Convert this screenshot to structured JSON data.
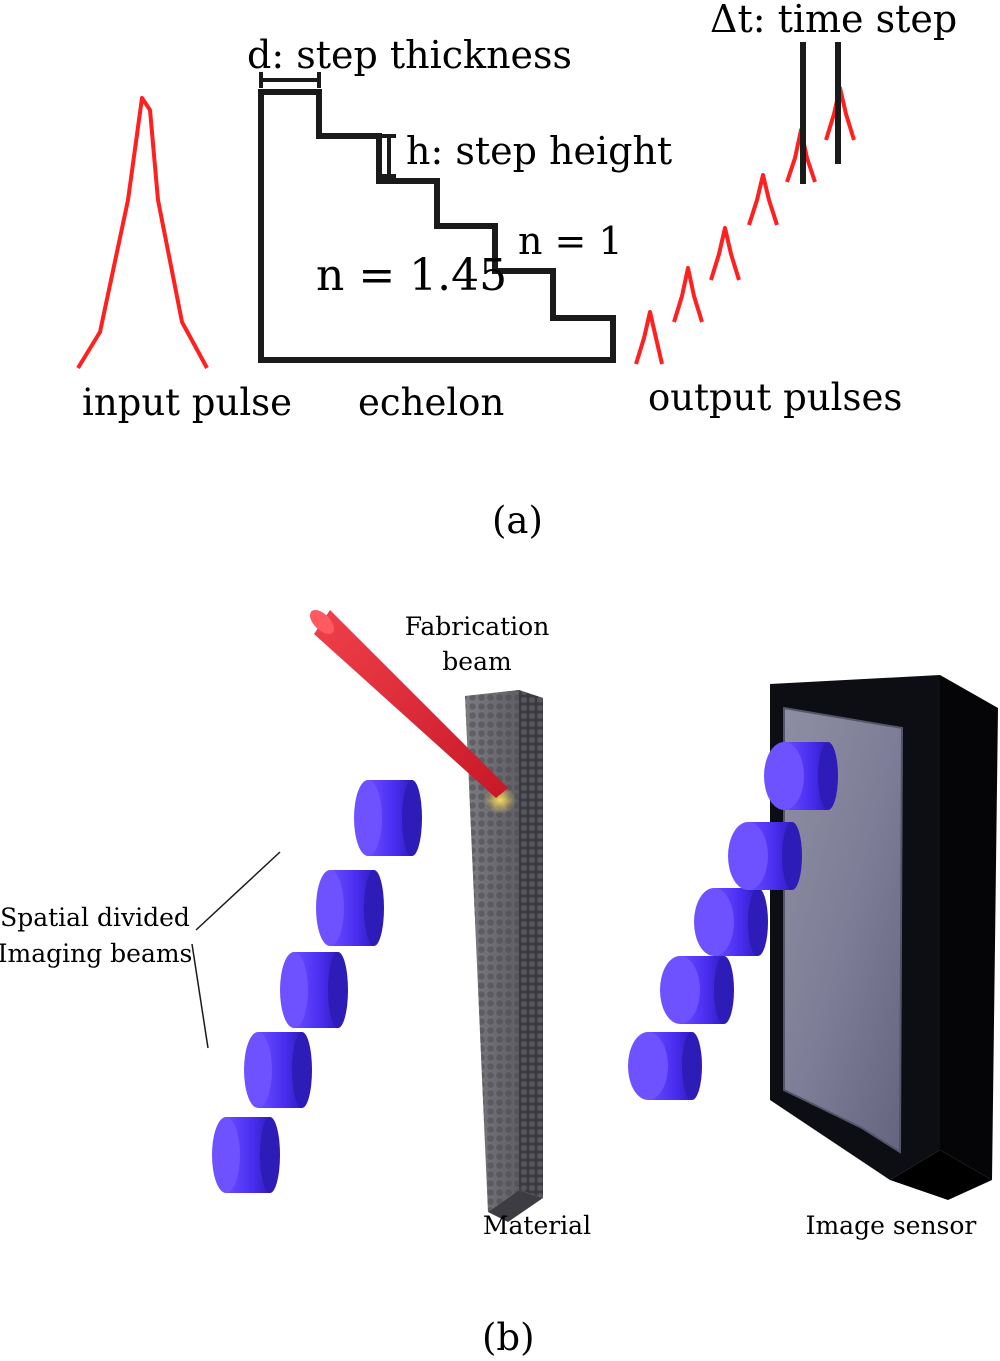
{
  "panel_a": {
    "caption": "(a)",
    "d_label": "d: step thickness",
    "h_label": "h: step height",
    "n_glass": "n = 1.45",
    "n_air": "n = 1",
    "dt_label": "Δt: time step",
    "input_label": "input pulse",
    "echelon_label": "echelon",
    "output_label": "output pulses"
  },
  "panel_b": {
    "caption": "(b)",
    "fab_line1": "Fabrication",
    "fab_line2": "beam",
    "spatial_line1": "Spatial divided",
    "spatial_line2": "Imaging beams",
    "material_label": "Material",
    "sensor_label": "Image sensor"
  },
  "colors": {
    "pulse": "#ff2020",
    "outline": "#1a1a1a",
    "imaging_beam": "#5a3cff",
    "fabrication_beam": "#e8323c",
    "sensor": "#0a0a0e"
  }
}
